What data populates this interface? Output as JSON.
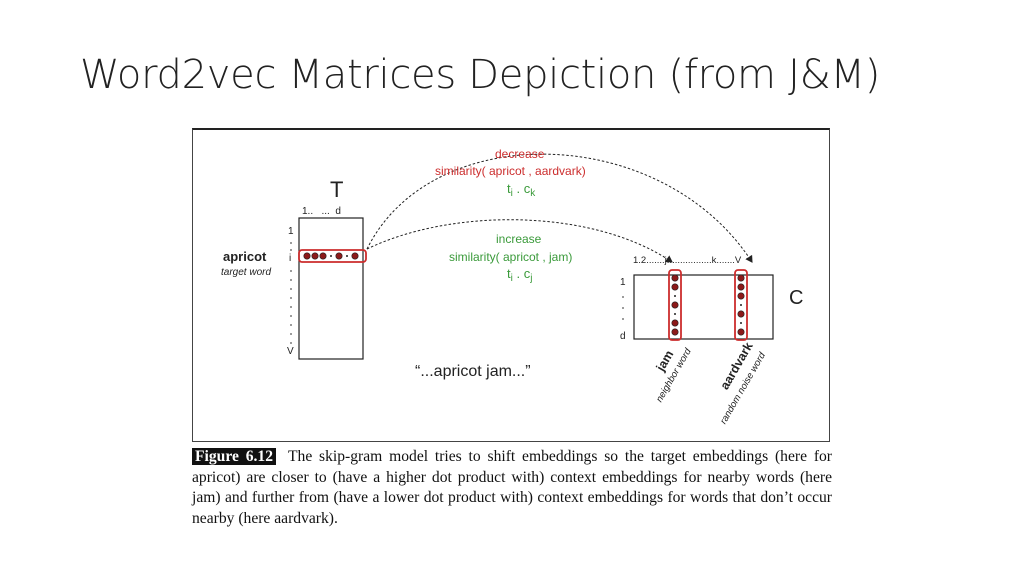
{
  "slide": {
    "title": "Word2vec Matrices Depiction (from J&M)"
  },
  "diagram": {
    "matrix_t": {
      "label": "T",
      "col_labels": "1..   ...  d",
      "row_top": "1",
      "row_i": "i",
      "row_bottom": "V"
    },
    "target": {
      "word": "apricot",
      "subtitle": "target word"
    },
    "decrease": {
      "label": "decrease",
      "formula": "similarity( apricot , aardvark)",
      "dot": "t",
      "dot_sub1": "i",
      "dot_mid": " . c",
      "dot_sub2": "k"
    },
    "increase": {
      "label": "increase",
      "formula": "similarity( apricot , jam)",
      "dot": "t",
      "dot_sub1": "i",
      "dot_mid": " . c",
      "dot_sub2": "j"
    },
    "matrix_c": {
      "label": "C",
      "top_labels": "1.2.......j.................k.......V",
      "row_top": "1",
      "row_bottom": "d"
    },
    "context_words": [
      {
        "word": "jam",
        "subtitle": "neighbor word"
      },
      {
        "word": "aardvark",
        "subtitle": "random noise word"
      }
    ],
    "quote": "“...apricot jam...”",
    "colors": {
      "red": "#cc2d2d",
      "green": "#3a9a3a",
      "dark_red": "#8b1a1a"
    }
  },
  "caption": {
    "label": "Figure 6.12",
    "text": "The skip-gram model tries to shift embeddings so the target embeddings (here for apricot) are closer to (have a higher dot product with) context embeddings for nearby words (here jam) and further from (have a lower dot product with) context embeddings for words that don’t occur nearby (here aardvark)."
  }
}
